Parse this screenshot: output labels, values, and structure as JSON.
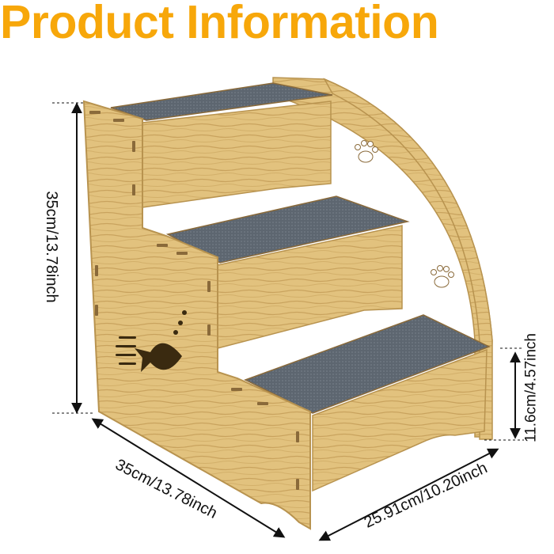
{
  "header": {
    "title": "Product Information"
  },
  "dimensions": {
    "height_label": "35cm/13.78inch",
    "width_label": "35cm/13.78inch",
    "depth_label": "25.91cm/10.20inch",
    "step_height_label": "11.6cm/4.57inch"
  },
  "colors": {
    "title": "#f7a70a",
    "wood": "#e2c27e",
    "wood_dark": "#c9a35e",
    "carpet": "#5d6670",
    "arrow": "#111111"
  },
  "icons": [
    "paw-icon",
    "fish-icon",
    "arrow-icon"
  ]
}
